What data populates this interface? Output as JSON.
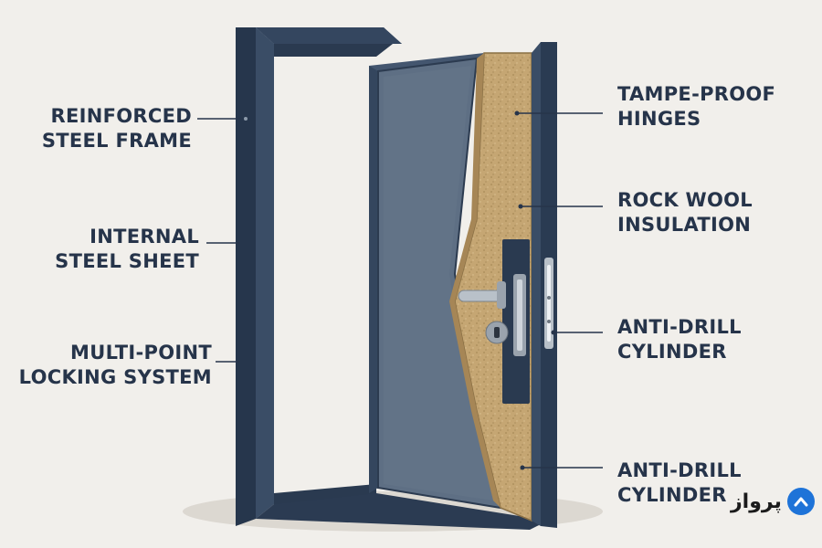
{
  "labels": {
    "reinforced_frame": [
      "REINFORCED",
      "STEEL FRAME"
    ],
    "internal_sheet": [
      "INTERNAL",
      "STEEL SHEET"
    ],
    "locking_system": [
      "MULTI-POINT",
      "LOCKING SYSTEM"
    ],
    "hinges": [
      "TAMPE-PROOF",
      "HINGES"
    ],
    "insulation": [
      "ROCK WOOL",
      "INSULATION"
    ],
    "cylinder_1": [
      "ANTI-DRILL",
      "CYLINDER"
    ],
    "cylinder_2": [
      "ANTI-DRILL",
      "CYLINDER"
    ]
  },
  "brand": {
    "name": "پرواز"
  },
  "colors": {
    "background": "#f1efeb",
    "frame": "#2f4057",
    "door_leaf": "#5d6d80",
    "insulation": "#c7a878",
    "label_text": "#26344a",
    "brand_badge": "#1e73d8"
  }
}
